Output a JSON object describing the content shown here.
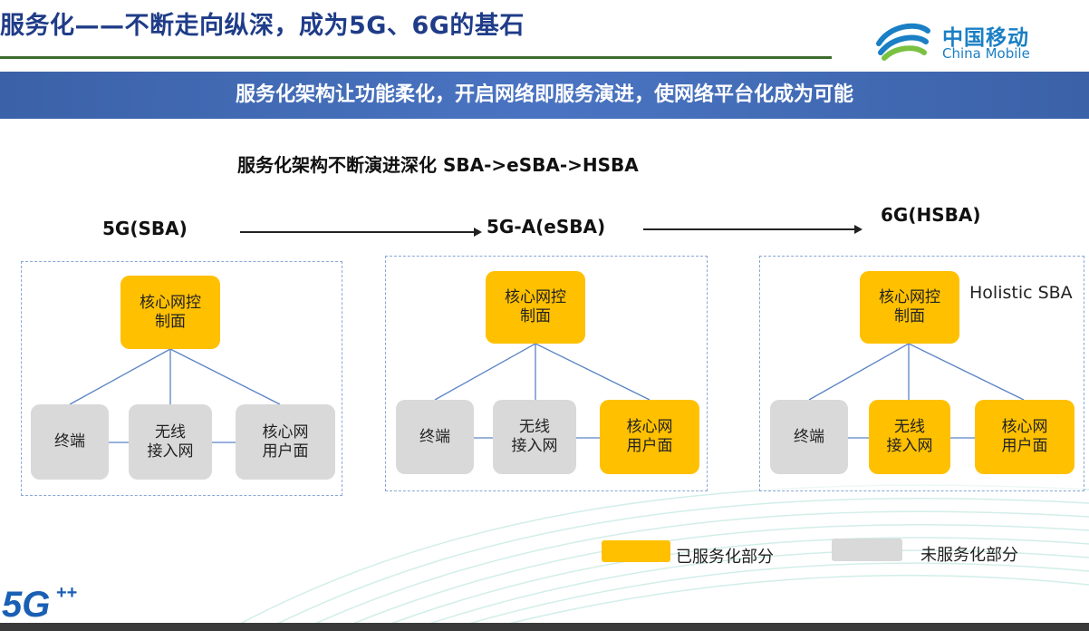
{
  "title": "服务化——不断走向纵深，成为5G、6G的基石",
  "brand": {
    "name_cn": "中国移动",
    "name_en": "China Mobile"
  },
  "banner": "服务化架构让功能柔化，开启网络即服务演进，使网络平台化成为可能",
  "subtitle": "服务化架构不断演进深化 SBA->eSBA->HSBA",
  "stages": [
    {
      "label": "5G(SBA)",
      "nodes": {
        "top": "核心网控\n制面",
        "left": "终端",
        "mid": "无线\n接入网",
        "right": "核心网\n用户面"
      },
      "served": {
        "top": true,
        "left": false,
        "mid": false,
        "right": false
      }
    },
    {
      "label": "5G-A(eSBA)",
      "nodes": {
        "top": "核心网控\n制面",
        "left": "终端",
        "mid": "无线\n接入网",
        "right": "核心网\n用户面"
      },
      "served": {
        "top": true,
        "left": false,
        "mid": false,
        "right": true
      }
    },
    {
      "label": "6G(HSBA)",
      "nodes": {
        "top": "核心网控\n制面",
        "left": "终端",
        "mid": "无线\n接入网",
        "right": "核心网\n用户面"
      },
      "served": {
        "top": true,
        "left": false,
        "mid": true,
        "right": true
      }
    }
  ],
  "holistic_label": "Holistic SBA",
  "legend": {
    "served": "已服务化部分",
    "unserved": "未服务化部分"
  },
  "colors": {
    "served": "#ffc000",
    "unserved": "#d9d9d9",
    "banner": "#4a74c2",
    "title": "#1f3c88"
  },
  "footer_logo": "5G"
}
